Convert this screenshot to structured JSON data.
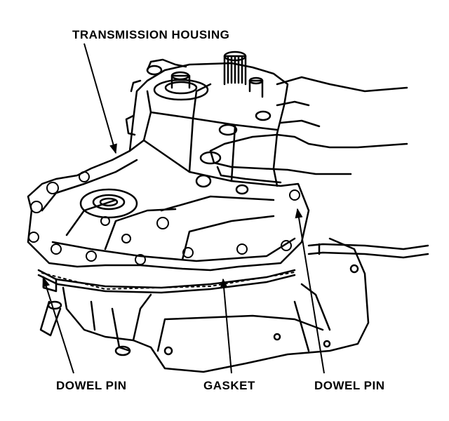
{
  "labels": {
    "transmission_housing": "TRANSMISSION HOUSING",
    "dowel_pin_left": "DOWEL PIN",
    "gasket": "GASKET",
    "dowel_pin_right": "DOWEL PIN"
  },
  "colors": {
    "ink": "#000000",
    "background": "#ffffff"
  }
}
